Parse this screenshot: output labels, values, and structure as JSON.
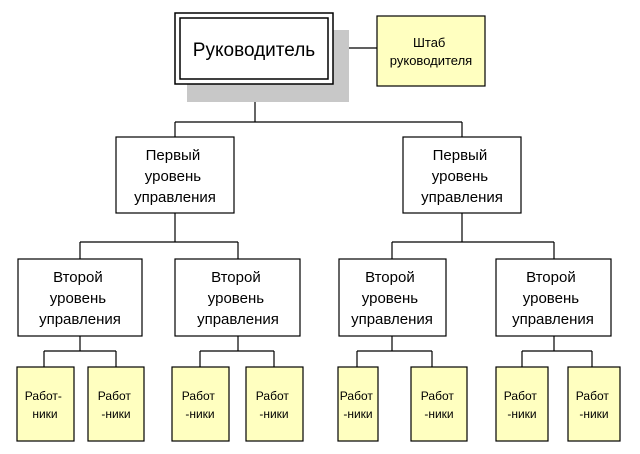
{
  "colors": {
    "background": "#ffffff",
    "line": "#000000",
    "box_fill": "#ffffff",
    "worker_fill": "#ffffc0",
    "shadow": "#c8c8c8"
  },
  "head": {
    "label": "Руководитель"
  },
  "staff": {
    "lines": [
      "Штаб",
      "руководителя"
    ]
  },
  "first_level": {
    "lines": [
      "Первый",
      "уровень",
      "управления"
    ]
  },
  "second_level": {
    "lines": [
      "Второй",
      "уровень",
      "управления"
    ]
  },
  "workers": {
    "variant_a": [
      "Работ-",
      "ники"
    ],
    "variant_b": [
      "Работ",
      "-ники"
    ]
  }
}
